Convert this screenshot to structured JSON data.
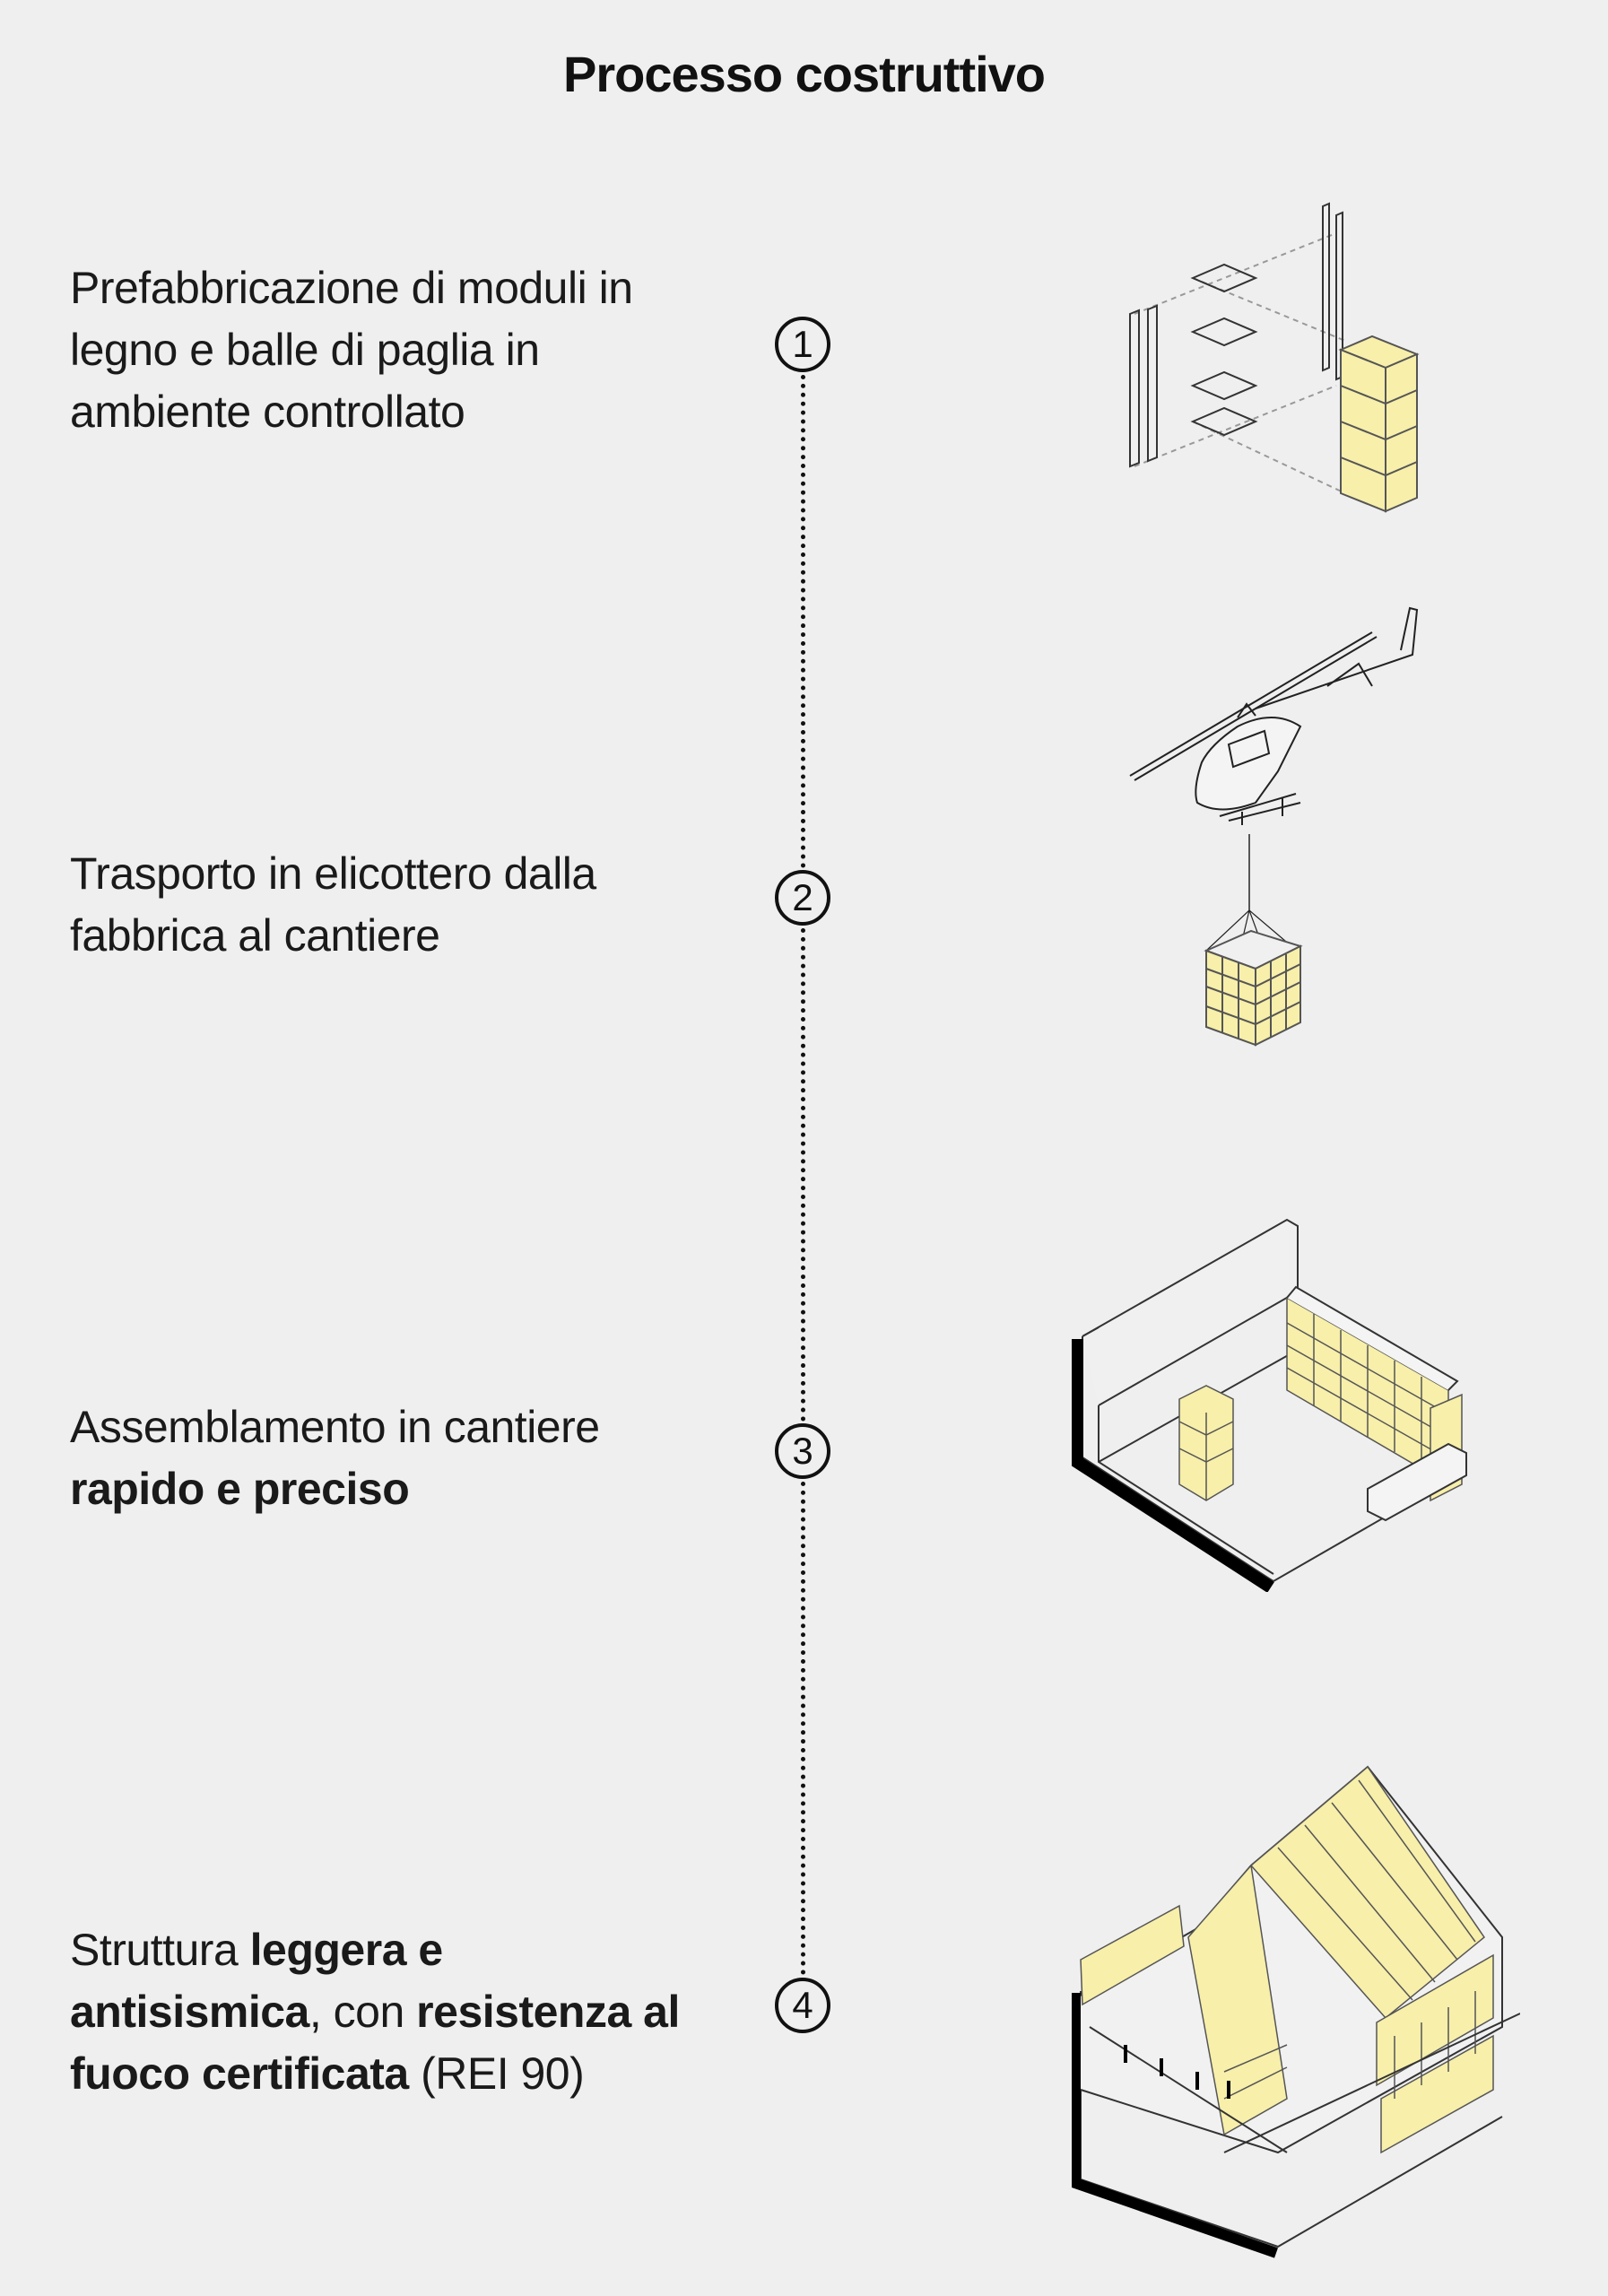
{
  "title": "Processo costruttivo",
  "steps": [
    {
      "number": "1",
      "text": "Prefabbricazione di moduli in legno e balle di paglia in ambiente controllato"
    },
    {
      "number": "2",
      "text": "Trasporto in elicottero dalla fabbrica al cantiere"
    },
    {
      "number": "3",
      "text_plain": "Assemblamento in cantiere",
      "text_bold": "rapido e preciso"
    },
    {
      "number": "4",
      "t1": "Struttura ",
      "b1": "leggera e antisismica",
      "t2": ", con ",
      "b2": "resistenza al fuoco certificata",
      "t3": " (REI 90)"
    }
  ],
  "colors": {
    "straw": "#f7efaa",
    "line": "#111111",
    "background": "#efefef"
  }
}
